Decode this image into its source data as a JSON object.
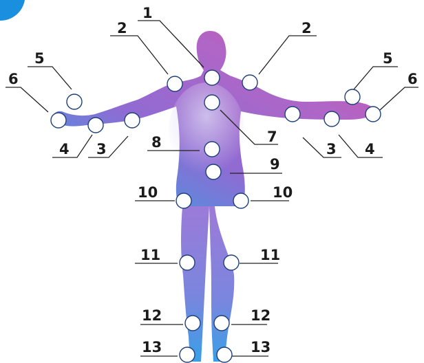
{
  "diagram": {
    "colors": {
      "body_gradient": [
        "#2aa8e6",
        "#8f6bd3",
        "#b066c6",
        "#d14fa6"
      ],
      "point_fill": "#ffffff",
      "point_stroke": "#1f3f7a",
      "corner_accent": "#1a8fe0",
      "label_color": "#1b1b1b"
    },
    "labels": {
      "l1": "1",
      "l2_left": "2",
      "l2_right": "2",
      "l3_left": "3",
      "l3_right": "3",
      "l4_left": "4",
      "l4_right": "4",
      "l5_left": "5",
      "l5_right": "5",
      "l6_left": "6",
      "l6_right": "6",
      "l7": "7",
      "l8": "8",
      "l9": "9",
      "l10_left": "10",
      "l10_right": "10",
      "l11_left": "11",
      "l11_right": "11",
      "l12_left": "12",
      "l12_right": "12",
      "l13_left": "13",
      "l13_right": "13"
    }
  }
}
